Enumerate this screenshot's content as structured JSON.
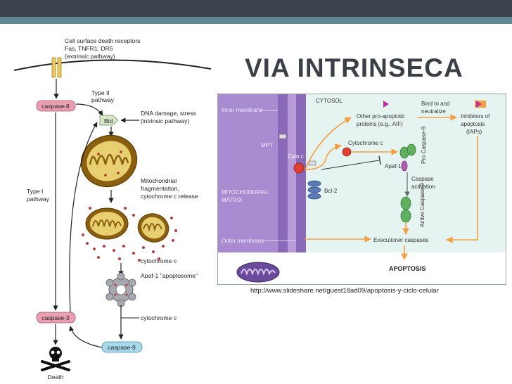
{
  "slide": {
    "title": "VIA INTRINSECA",
    "source_url": "http://www.slideshare.net/guest18ad09/apoptosis-y-ciclo-celular"
  },
  "left_diagram": {
    "receptor_line1": "Cell surface death receptors",
    "receptor_line2": "Fas, TNFR1, DR5",
    "receptor_line3": "(extrinsic pathway)",
    "caspase8": "caspase-8",
    "type2_line1": "Type II",
    "type2_line2": "pathway",
    "bid": "Bid",
    "dna_line1": "DNA damage, stress",
    "dna_line2": "(intrinsic pathway)",
    "type1_line1": "Type I",
    "type1_line2": "pathway",
    "mito_line1": "Mitochondrial",
    "mito_line2": "fragmentation,",
    "mito_line3": "cytochrome c release",
    "cytc_label1": "cytochrome c",
    "apaf_label": "Apaf-1 \"apoptosome\"",
    "cytc_label2": "cytochrome c",
    "caspase3": "caspase-3",
    "caspase9": "caspase-9",
    "death": "Death"
  },
  "right_diagram": {
    "cytosol": "CYTOSOL",
    "inner_membrane": "Inner membrane",
    "mpt": "MPT",
    "matrix_line1": "MITOCHONDRIAL",
    "matrix_line2": "MATRIX",
    "outer_membrane": "Outer membrane",
    "cyto_c_in": "Cyto c",
    "bcl2": "Bcl-2",
    "other_line1": "Other pro-apoptotic",
    "other_line2": "proteins (e.g., AIF)",
    "bind_line1": "Bind to and",
    "bind_line2": "neutralize",
    "inhib_line1": "Inhibitors of",
    "inhib_line2": "apoptosis",
    "inhib_line3": "(IAPs)",
    "cytochrome_c": "Cytochrome c",
    "apaf1": "Apaf-1",
    "pro_casp9": "Pro Caspase-9",
    "casp_act_line1": "Caspase",
    "casp_act_line2": "activation",
    "active_casp9": "Active Caspase-9",
    "executioner": "Executioner caspases",
    "apoptosis": "APOPTOSIS"
  },
  "colors": {
    "topbar": "#3d434f",
    "stripe": "#5e8791",
    "membrane": "#9b7bc6",
    "matrix": "#a88bd0",
    "cytosol": "#e6f4f1",
    "arrow_orange": "#f0a040",
    "caspase_pink": "#e8a0b0",
    "caspase9_blue": "#a8d8ec"
  }
}
